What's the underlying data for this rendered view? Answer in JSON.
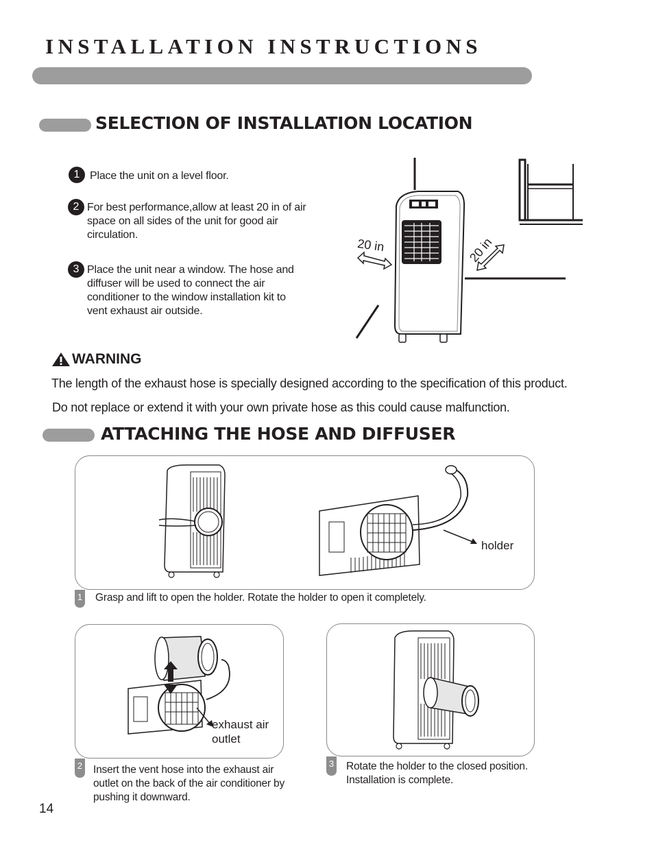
{
  "header": {
    "title": "INSTALLATION INSTRUCTIONS"
  },
  "section1": {
    "title": "SELECTION OF INSTALLATION LOCATION",
    "steps": [
      {
        "num": "1",
        "text": "Place the unit on a level floor."
      },
      {
        "num": "2",
        "text": "For best performance,allow at least 20 in of air space on all sides of the unit for good air circulation."
      },
      {
        "num": "3",
        "text": "Place the unit near a window. The hose and diffuser will be used to connect the air conditioner to the window installation kit to vent exhaust air outside."
      }
    ],
    "diagram": {
      "label_left": "20 in",
      "label_right": "20 in"
    }
  },
  "warning": {
    "title": "WARNING",
    "line1": "The length of the exhaust hose is specially designed according to the specification of this product.",
    "line2": "Do not replace or extend it with your own private hose as this could cause malfunction."
  },
  "section2": {
    "title": "ATTACHING THE HOSE AND DIFFUSER",
    "step1": {
      "num": "1",
      "caption": "Grasp and lift to open the holder. Rotate the holder to open it completely.",
      "callout": "holder"
    },
    "step2": {
      "num": "2",
      "caption": "Insert the vent hose into the exhaust air outlet on the back of the air conditioner by pushing it downward.",
      "callout": "exhaust air outlet"
    },
    "step3": {
      "num": "3",
      "caption": "Rotate the holder to the closed position. Installation is complete."
    }
  },
  "footer": {
    "page_number": "14"
  }
}
